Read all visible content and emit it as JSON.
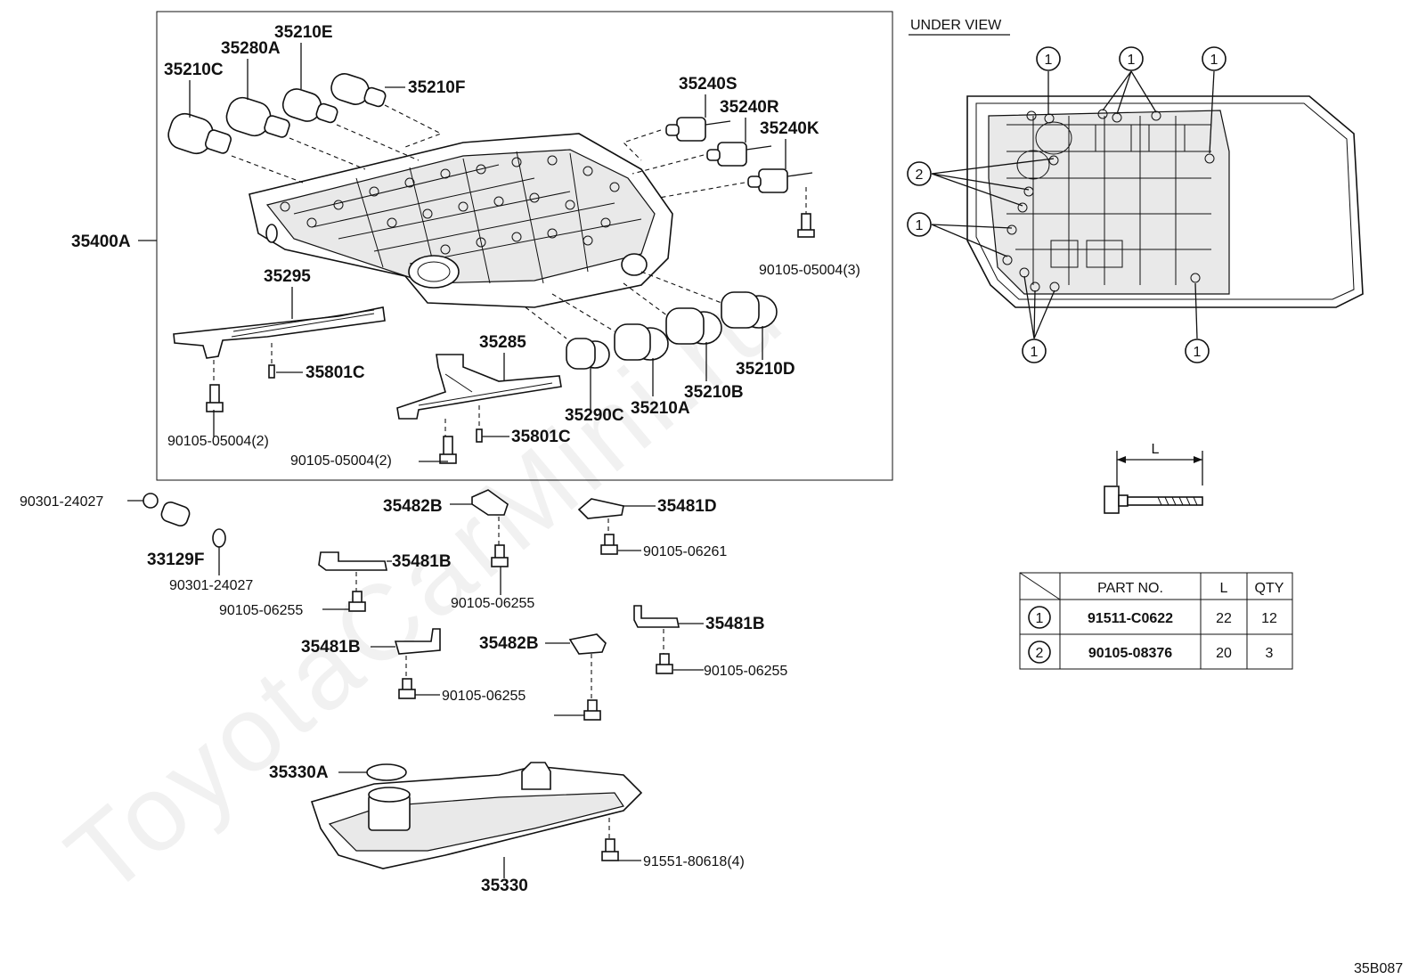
{
  "watermark": "ToyotaCarMini.ru",
  "diagram_code": "35B087",
  "under_view_title": "UNDER VIEW",
  "callouts": {
    "c1": "1",
    "c2": "2",
    "length": "L"
  },
  "parts": {
    "p35210C": "35210C",
    "p35280A": "35280A",
    "p35210E": "35210E",
    "p35210F": "35210F",
    "p35240S": "35240S",
    "p35240R": "35240R",
    "p35240K": "35240K",
    "p90105_05004_3": "90105-05004(3)",
    "p35400A": "35400A",
    "p35295": "35295",
    "p35801C_a": "35801C",
    "p90105_05004_2a": "90105-05004(2)",
    "p35285": "35285",
    "p35801C_b": "35801C",
    "p90105_05004_2b": "90105-05004(2)",
    "p35290C": "35290C",
    "p35210A": "35210A",
    "p35210B": "35210B",
    "p35210D": "35210D",
    "p90301_24027_a": "90301-24027",
    "p33129F": "33129F",
    "p90301_24027_b": "90301-24027",
    "p35482B_a": "35482B",
    "p35481D": "35481D",
    "p90105_06261": "90105-06261",
    "p35481B_a": "35481B",
    "p90105_06255_a": "90105-06255",
    "p90105_06255_b": "90105-06255",
    "p35481B_b": "35481B",
    "p35482B_b": "35482B",
    "p35481B_c": "35481B",
    "p90105_06255_c": "90105-06255",
    "p90105_06255_d": "90105-06255",
    "p35330A": "35330A",
    "p91551_80618_4": "91551-80618(4)",
    "p35330": "35330"
  },
  "table": {
    "headers": {
      "part_no": "PART NO.",
      "l": "L",
      "qty": "QTY"
    },
    "rows": [
      {
        "key": "1",
        "part_no": "91511-C0622",
        "l": "22",
        "qty": "12"
      },
      {
        "key": "2",
        "part_no": "90105-08376",
        "l": "20",
        "qty": "3"
      }
    ]
  }
}
